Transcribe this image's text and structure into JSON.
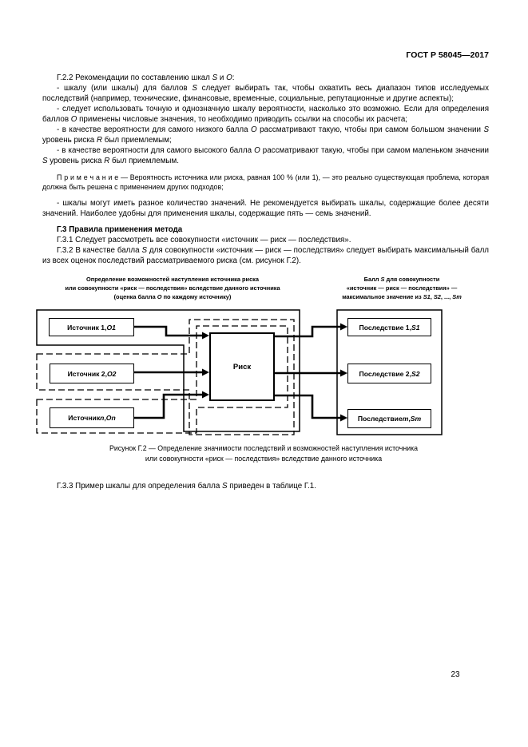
{
  "header": {
    "title": "ГОСТ Р 58045—2017"
  },
  "body": {
    "p_g22": "Г.2.2 Рекомендации по составлению шкал <i>S</i> и <i>О</i>:",
    "bullet1": "- шкалу (или шкалы) для баллов <i>S</i> следует выбирать так, чтобы охватить весь диапазон типов исследуемых последствий (например, технические, финансовые, временные, социальные, репутационные и другие аспекты);",
    "bullet2": "- следует использовать точную и однозначную шкалу вероятности, насколько это возможно. Если для определения баллов <i>О</i> применены числовые значения, то необходимо приводить ссылки на способы их расчета;",
    "bullet3": "- в качестве вероятности для самого низкого балла <i>О</i> рассматривают такую, чтобы при самом большом значении <i>S</i> уровень риска <i>R</i> был приемлемым;",
    "bullet4": "- в качестве вероятности для самого высокого балла <i>О</i> рассматривают такую, чтобы при самом маленьком значении <i>S</i> уровень риска <i>R</i> был приемлемым.",
    "note": "П р и м е ч а н и е  —  Вероятность источника или риска, равная 100 % (или 1), — это реально существующая проблема, которая должна быть решена с применением других подходов;",
    "bullet5": "- шкалы могут иметь разное количество значений. Не рекомендуется выбирать шкалы, содержащие более десяти значений. Наиболее удобны для применения шкалы, содержащие пять — семь значений.",
    "h_g3": "Г.3 Правила применения метода",
    "p_g31": "Г.3.1 Следует рассмотреть все совокупности «источник — риск — последствия».",
    "p_g32": "Г.3.2 В качестве балла <i>S</i> для совокупности «источник — риск — последствия» следует выбирать максимальный балл из всех оценок последствий рассматриваемого риска (см. рисунок Г.2).",
    "p_g33": "Г.3.3 Пример шкалы для определения балла <i>S</i> приведен в таблице Г.1."
  },
  "figure": {
    "left_header": "Определение возможностей наступления источника риска<br>или совокупности «риск — последствия» вследствие данного источника<br>(оценка балла <i>О</i> по каждому источнику)",
    "right_header": "Балл <i>S</i> для совокупности<br>«источник — риск — последствия» —<br>максимальное значение из <i>S1</i>, <i>S2</i>, ..., <i>Sm</i>",
    "boxes": {
      "source1": "Источник 1, <i>О1</i>",
      "source2": "Источник 2, <i>О2</i>",
      "source_n": "Источник <i>n</i>, <i>Оn</i>",
      "risk": "Риск",
      "consequence1": "Последствие 1, <i>S1</i>",
      "consequence2": "Последствие 2, <i>S2</i>",
      "consequence_m": "Последствие <i>m</i>, <i>Sm</i>"
    },
    "caption": "Рисунок Г.2 — Определение значимости последствий и возможностей наступления источника<br>или совокупности «риск — последствия» вследствие данного источника"
  },
  "footer": {
    "page_number": "23"
  },
  "colors": {
    "ink": "#000000",
    "paper": "#ffffff"
  }
}
